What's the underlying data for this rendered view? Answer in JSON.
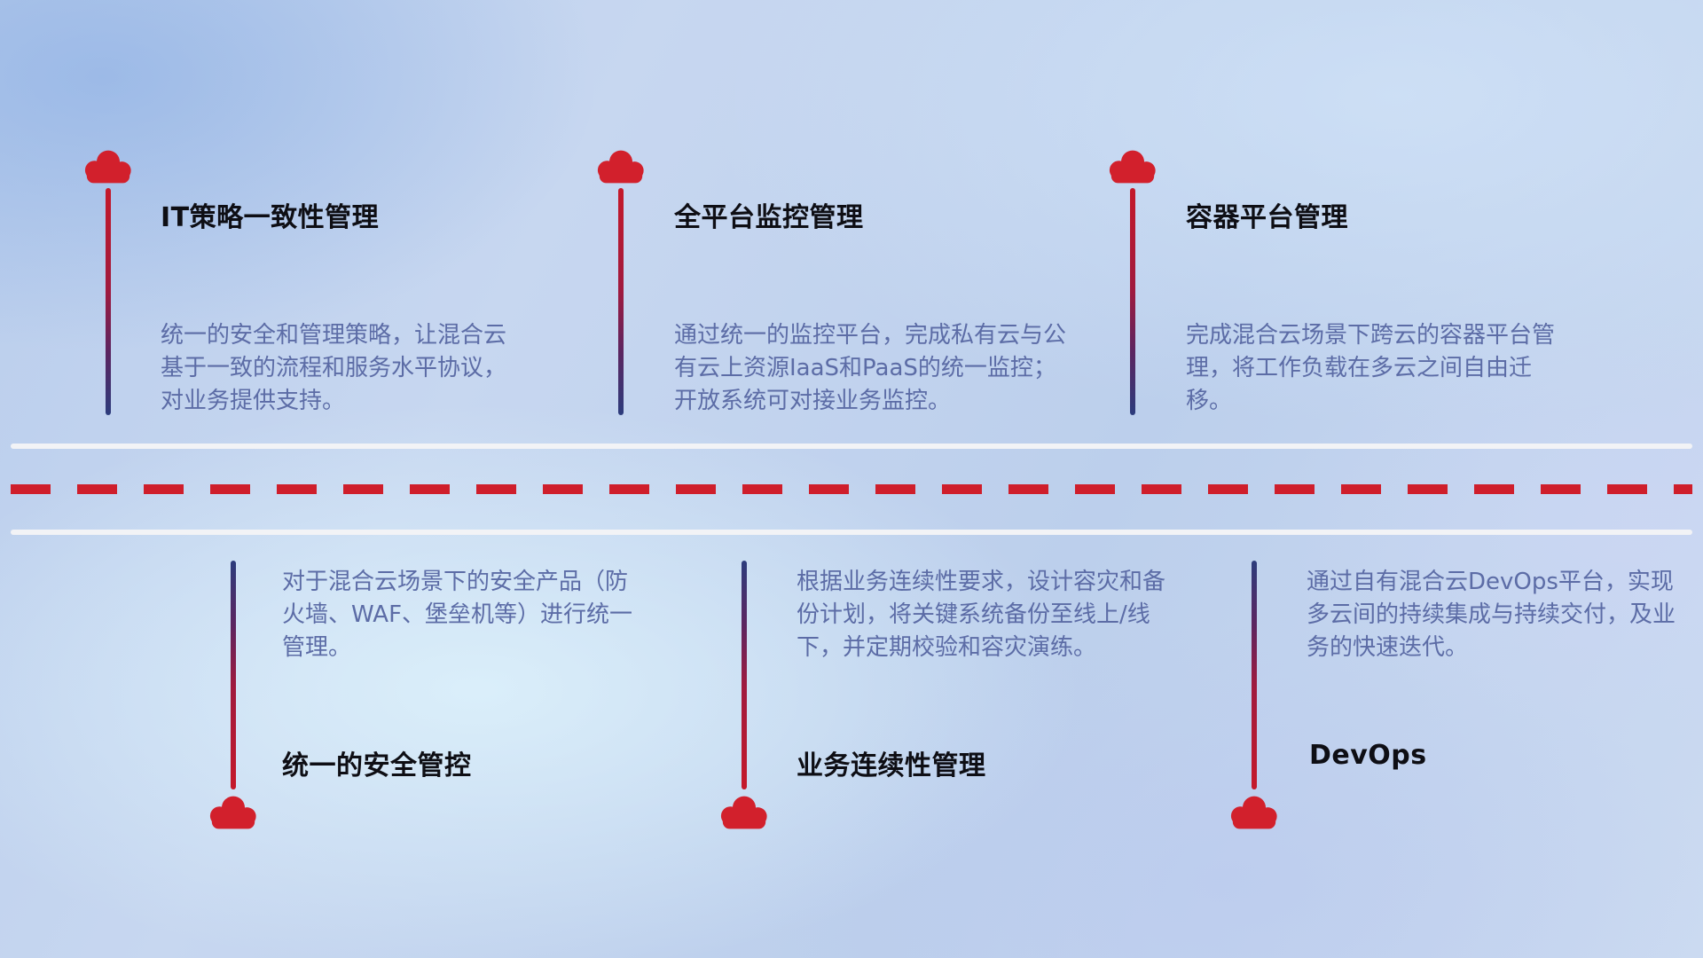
{
  "diagram": {
    "top_items": [
      {
        "title": "IT策略一致性管理",
        "description": "统一的安全和管理策略，让混合云基于一致的流程和服务水平协议，对业务提供支持。"
      },
      {
        "title": "全平台监控管理",
        "description": "通过统一的监控平台，完成私有云与公有云上资源IaaS和PaaS的统一监控；开放系统可对接业务监控。"
      },
      {
        "title": "容器平台管理",
        "description": "完成混合云场景下跨云的容器平台管理，将工作负载在多云之间自由迁移。"
      }
    ],
    "bottom_items": [
      {
        "title": "统一的安全管控",
        "description": "对于混合云场景下的安全产品（防火墙、WAF、堡垒机等）进行统一管理。"
      },
      {
        "title": "业务连续性管理",
        "description": "根据业务连续性要求，设计容灾和备份计划，将关键系统备份至线上/线下，并定期校验和容灾演练。"
      },
      {
        "title": "DevOps",
        "description": "通过自有混合云DevOps平台，实现多云间的持续集成与持续交付，及业务的快速迭代。"
      }
    ],
    "colors": {
      "cloud_red": "#d2202c",
      "line_red": "#c5192a",
      "line_navy": "#2c3c7c",
      "dash_red": "#cf1e2b",
      "road_white": "#f2f3f6",
      "title_text": "#0e0e14",
      "description_text": "#5c6ca6"
    }
  }
}
